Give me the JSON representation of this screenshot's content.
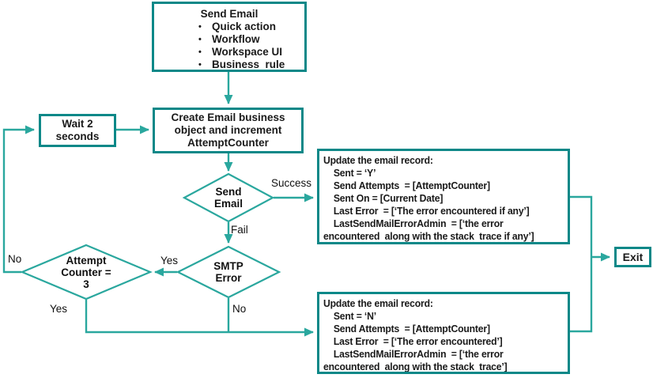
{
  "colors": {
    "box_border": "#0c8888",
    "connector": "#2aa79e",
    "text": "#1a1a1a",
    "background": "#ffffff"
  },
  "nodes": {
    "start": {
      "title": "Send Email",
      "bullet_glyph": "•",
      "bullets": [
        "Quick action",
        "Workflow",
        "Workspace UI",
        "Business  rule"
      ]
    },
    "create": {
      "label": "Create Email business\nobject and increment\nAttemptCounter"
    },
    "wait": {
      "label": "Wait 2\nseconds"
    },
    "send_decision": {
      "label": "Send\nEmail"
    },
    "smtp_decision": {
      "label": "SMTP\nError"
    },
    "attempt_decision": {
      "label": "Attempt\nCounter =\n3"
    },
    "update_success": {
      "lines": [
        "Update the email record:",
        "    Sent = ‘Y’",
        "    Send Attempts  = [AttemptCounter]",
        "    Sent On = [Current Date]",
        "    Last Error  = [‘The error encountered if any’]",
        "    LastSendMailErrorAdmin  = [‘the error",
        "encountered  along with the stack  trace if any’]"
      ]
    },
    "update_failure": {
      "lines": [
        "Update the email record:",
        "    Sent = ‘N’",
        "    Send Attempts  = [AttemptCounter]",
        "    Last Error  = [‘The error encountered’]",
        "    LastSendMailErrorAdmin  = [‘the error",
        "encountered  along with the stack  trace’]"
      ]
    },
    "exit": {
      "label": "Exit"
    }
  },
  "edge_labels": {
    "success": "Success",
    "fail": "Fail",
    "smtp_yes": "Yes",
    "smtp_no": "No",
    "attempt_no": "No",
    "attempt_yes": "Yes"
  }
}
